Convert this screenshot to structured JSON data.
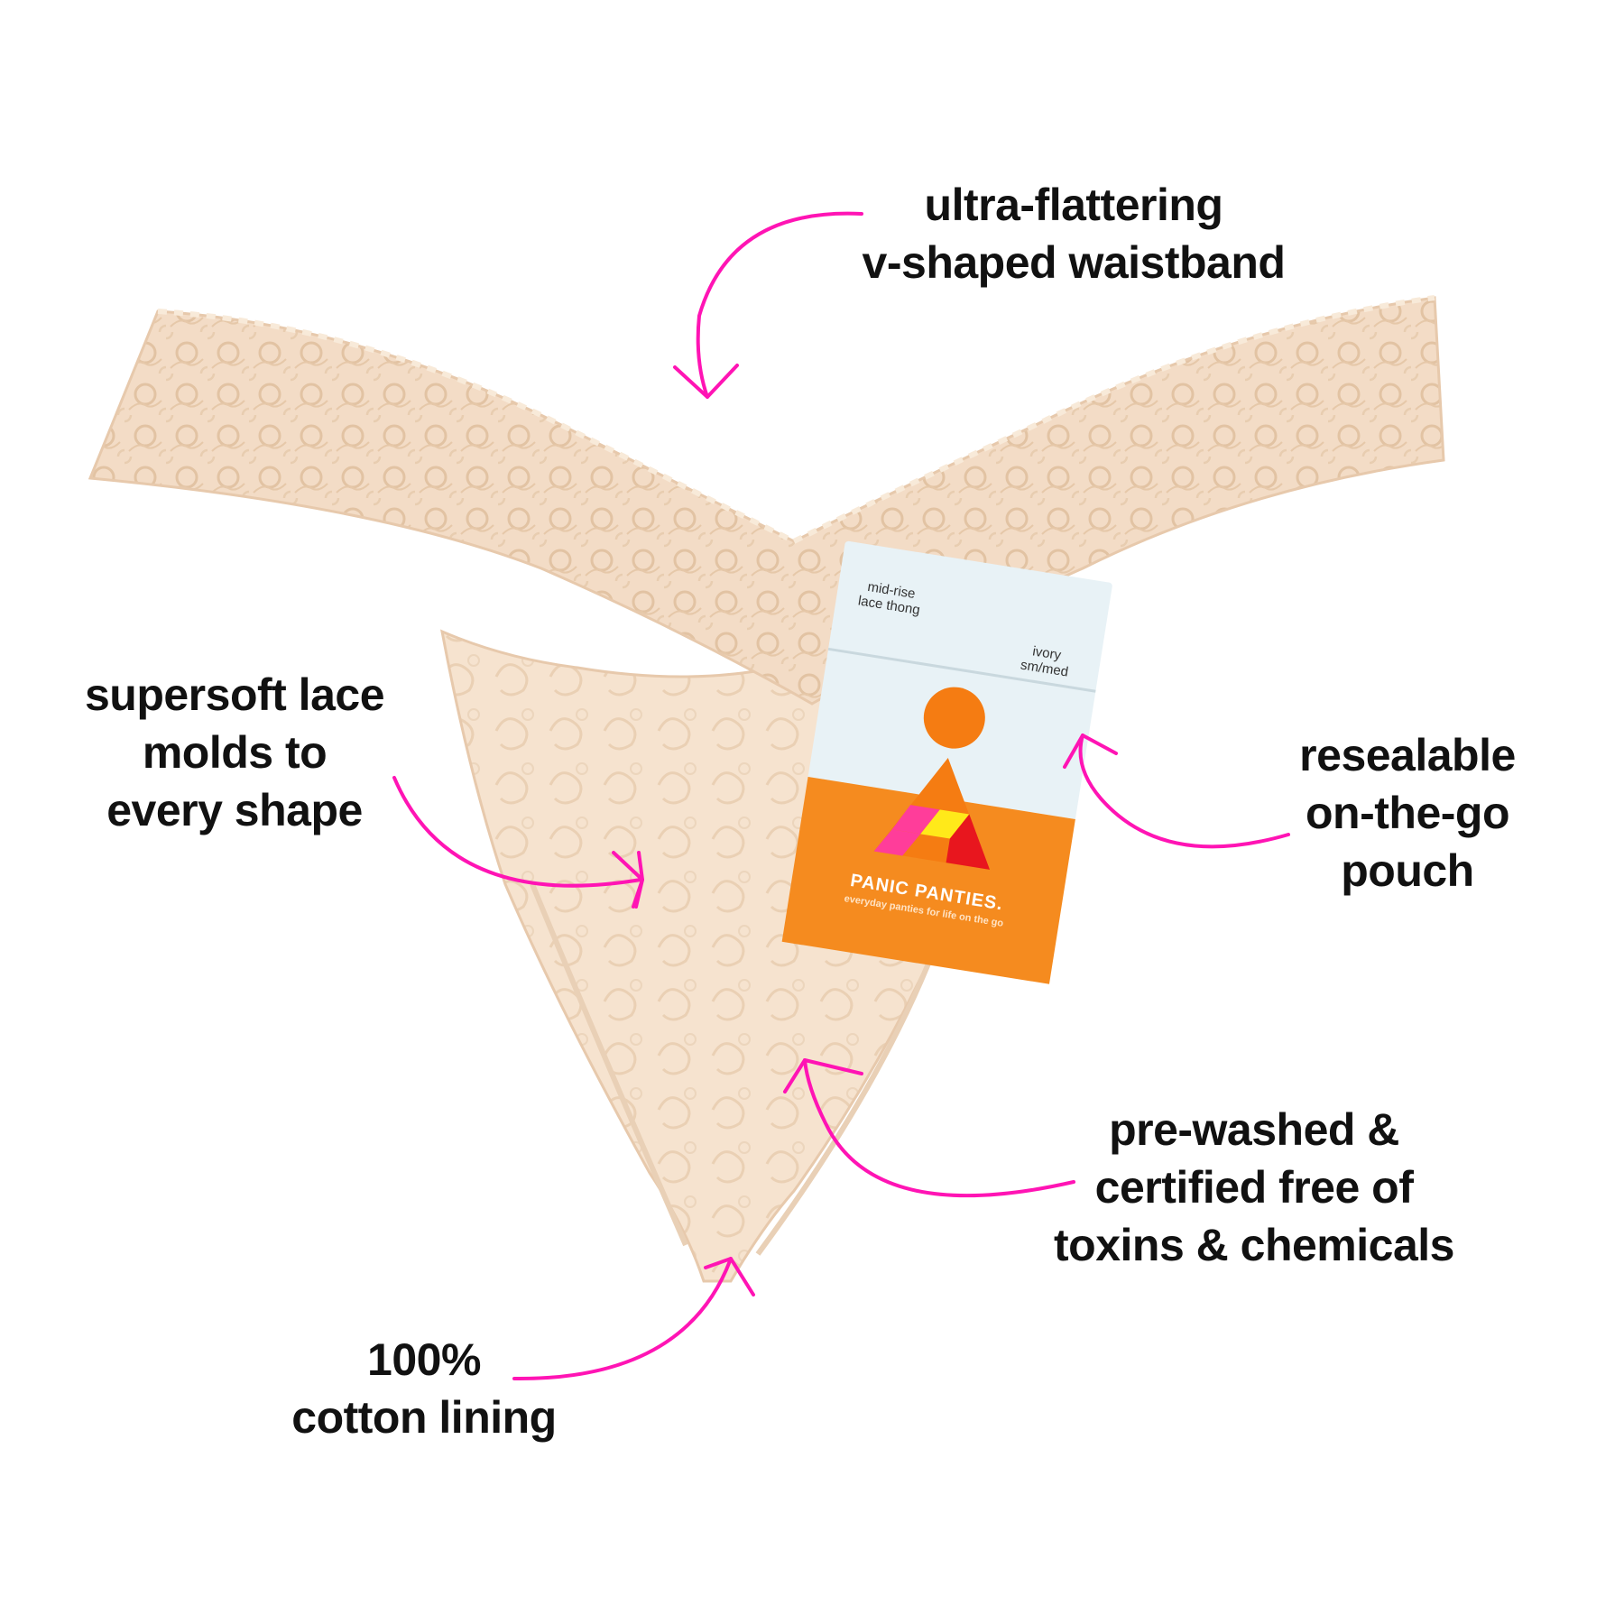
{
  "colors": {
    "background": "#ffffff",
    "arrow": "#ff14b4",
    "lace": "#f3dcc6",
    "lace_shadow": "#e7c9ac",
    "pouch_top": "#e8f2f6",
    "pouch_bottom": "#f58b1f",
    "text": "#111111"
  },
  "callouts": {
    "waistband": [
      "ultra-flattering",
      "v-shaped waistband"
    ],
    "lace": [
      "supersoft lace",
      "molds to",
      "every shape"
    ],
    "pouch": [
      "resealable",
      "on-the-go",
      "pouch"
    ],
    "prewashed": [
      "pre-washed &",
      "certified free of",
      "toxins & chemicals"
    ],
    "lining": [
      "100%",
      "cotton lining"
    ]
  },
  "pouch": {
    "style_line1": "mid-rise",
    "style_line2": "lace thong",
    "color": "ivory",
    "size": "sm/med",
    "brand": "PANIC PANTIES.",
    "tagline": "everyday panties for life on the go"
  },
  "icons": {
    "arrows": [
      "curved-arrow-icon"
    ],
    "logo": "triangle-logo-icon"
  }
}
